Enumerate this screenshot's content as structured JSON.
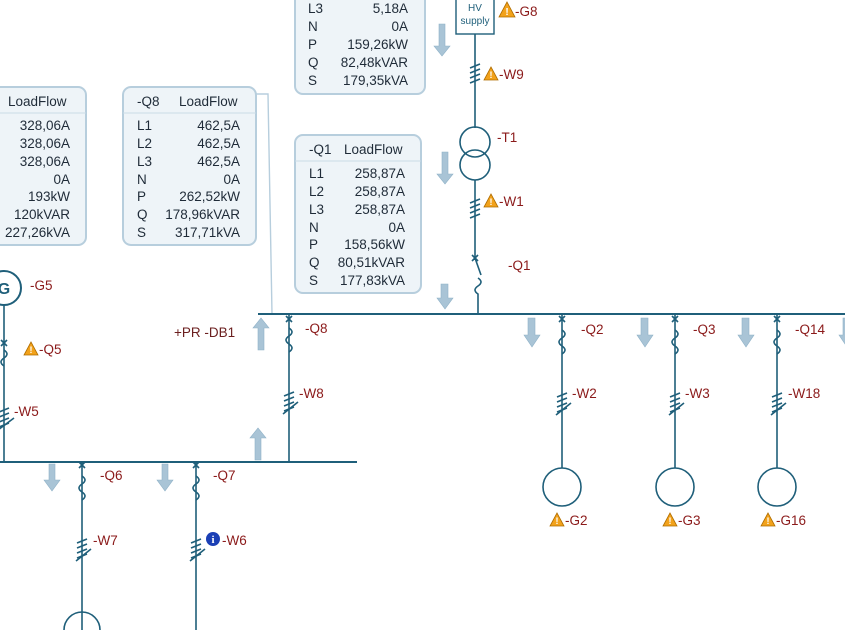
{
  "panels": {
    "top": {
      "rows": [
        {
          "k": "L3",
          "v": "5,18A"
        },
        {
          "k": "N",
          "v": "0A"
        },
        {
          "k": "P",
          "v": "159,26kW"
        },
        {
          "k": "Q",
          "v": "82,48kVAR"
        },
        {
          "k": "S",
          "v": "179,35kVA"
        }
      ]
    },
    "left": {
      "title_tail": "LoadFlow",
      "values": [
        "328,06A",
        "328,06A",
        "328,06A",
        "0A",
        "193kW",
        "120kVAR",
        "227,26kVA"
      ]
    },
    "q8": {
      "tag": "-Q8",
      "title": "LoadFlow",
      "rows": [
        {
          "k": "L1",
          "v": "462,5A"
        },
        {
          "k": "L2",
          "v": "462,5A"
        },
        {
          "k": "L3",
          "v": "462,5A"
        },
        {
          "k": "N",
          "v": "0A"
        },
        {
          "k": "P",
          "v": "262,52kW"
        },
        {
          "k": "Q",
          "v": "178,96kVAR"
        },
        {
          "k": "S",
          "v": "317,71kVA"
        }
      ]
    },
    "q1": {
      "tag": "-Q1",
      "title": "LoadFlow",
      "rows": [
        {
          "k": "L1",
          "v": "258,87A"
        },
        {
          "k": "L2",
          "v": "258,87A"
        },
        {
          "k": "L3",
          "v": "258,87A"
        },
        {
          "k": "N",
          "v": "0A"
        },
        {
          "k": "P",
          "v": "158,56kW"
        },
        {
          "k": "Q",
          "v": "80,51kVAR"
        },
        {
          "k": "S",
          "v": "177,83kVA"
        }
      ]
    }
  },
  "hv_supply": {
    "line1": "HV",
    "line2": "supply"
  },
  "labels": {
    "g8": "-G8",
    "w9": "-W9",
    "t1": "-T1",
    "w1": "-W1",
    "q1": "-Q1",
    "g5": "-G5",
    "g5_symbol": "G",
    "q5": "-Q5",
    "w5": "-W5",
    "pr_db1": "+PR -DB1",
    "q8": "-Q8",
    "w8": "-W8",
    "q6": "-Q6",
    "q7": "-Q7",
    "w7": "-W7",
    "w6": "-W6",
    "q2": "-Q2",
    "q3": "-Q3",
    "q14": "-Q14",
    "w2": "-W2",
    "w3": "-W3",
    "w18": "-W18",
    "g2": "-G2",
    "g3": "-G3",
    "g16": "-G16"
  },
  "colors": {
    "wire": "#1f5f7a",
    "warning": "#f2a21b",
    "info": "#1b3fb5",
    "panel_bg": "#eef4f8",
    "arrow": "#a9c4d6"
  },
  "icons": {
    "warning": "warning-icon",
    "info": "info-icon",
    "flow_arrow": "flow-arrow-icon"
  }
}
